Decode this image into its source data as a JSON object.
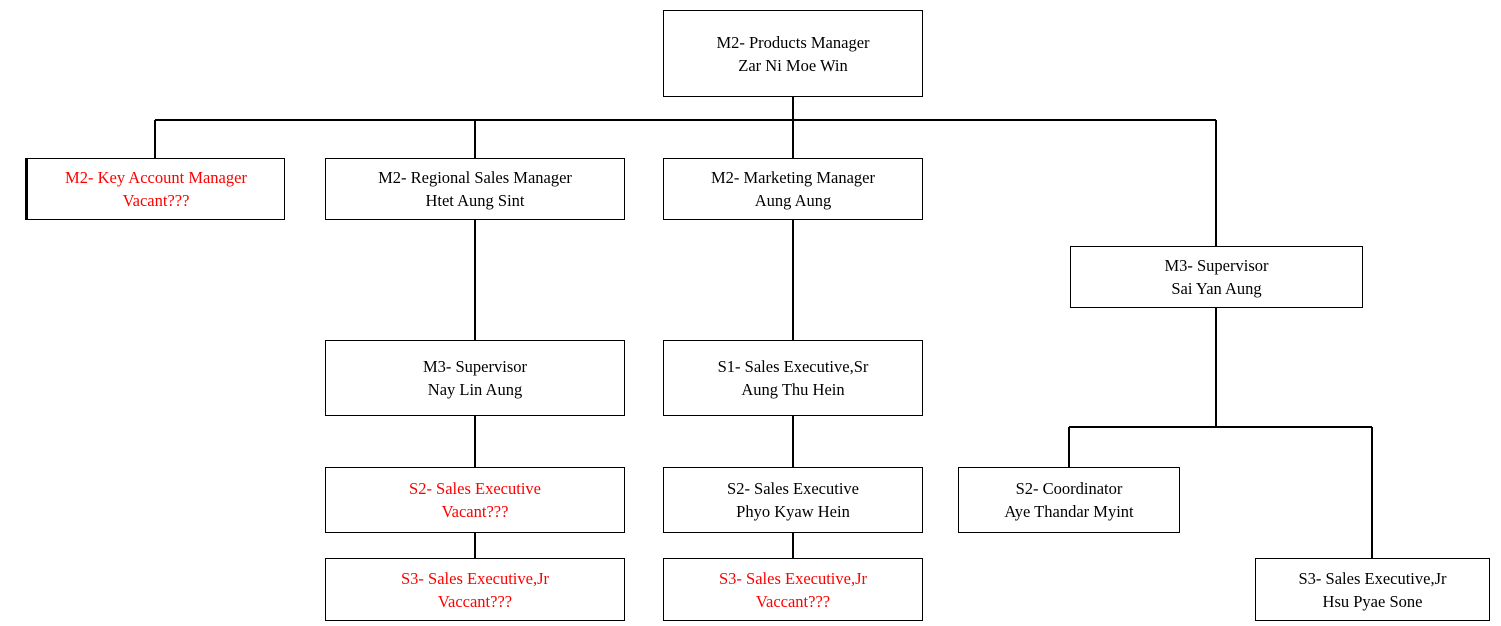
{
  "colors": {
    "vacant_text": "#ff0000",
    "filled_text": "#000000",
    "line": "#000000",
    "box_background": "#ffffff"
  },
  "org_chart": {
    "type": "organization-chart",
    "nodes": [
      {
        "id": "products-manager",
        "role": "M2- Products Manager",
        "name": "Zar Ni Moe Win",
        "vacant": false,
        "reports_to": null
      },
      {
        "id": "key-account-manager",
        "role": "M2- Key Account Manager",
        "name": "Vacant???",
        "vacant": true,
        "reports_to": "products-manager"
      },
      {
        "id": "regional-sales-manager",
        "role": "M2- Regional Sales Manager",
        "name": "Htet Aung Sint",
        "vacant": false,
        "reports_to": "products-manager"
      },
      {
        "id": "marketing-manager",
        "role": "M2- Marketing Manager",
        "name": "Aung Aung",
        "vacant": false,
        "reports_to": "products-manager"
      },
      {
        "id": "supervisor-sai-yan-aung",
        "role": "M3- Supervisor",
        "name": "Sai Yan Aung",
        "vacant": false,
        "reports_to": "products-manager"
      },
      {
        "id": "supervisor-nay-lin-aung",
        "role": "M3- Supervisor",
        "name": "Nay Lin Aung",
        "vacant": false,
        "reports_to": "regional-sales-manager"
      },
      {
        "id": "sales-executive-sr",
        "role": "S1- Sales Executive,Sr",
        "name": "Aung Thu Hein",
        "vacant": false,
        "reports_to": "marketing-manager"
      },
      {
        "id": "sales-executive-s2-vacant",
        "role": "S2- Sales Executive",
        "name": "Vacant???",
        "vacant": true,
        "reports_to": "supervisor-nay-lin-aung"
      },
      {
        "id": "sales-executive-s2-phyo",
        "role": "S2- Sales Executive",
        "name": "Phyo Kyaw Hein",
        "vacant": false,
        "reports_to": "sales-executive-sr"
      },
      {
        "id": "coordinator-s2",
        "role": "S2- Coordinator",
        "name": "Aye Thandar Myint",
        "vacant": false,
        "reports_to": "supervisor-sai-yan-aung"
      },
      {
        "id": "sales-executive-jr-left",
        "role": "S3- Sales Executive,Jr",
        "name": "Vaccant???",
        "vacant": true,
        "reports_to": "sales-executive-s2-vacant"
      },
      {
        "id": "sales-executive-jr-mid",
        "role": "S3- Sales Executive,Jr",
        "name": "Vaccant???",
        "vacant": true,
        "reports_to": "sales-executive-s2-phyo"
      },
      {
        "id": "sales-executive-jr-hsu",
        "role": "S3- Sales Executive,Jr",
        "name": "Hsu Pyae Sone",
        "vacant": false,
        "reports_to": "supervisor-sai-yan-aung"
      }
    ]
  }
}
